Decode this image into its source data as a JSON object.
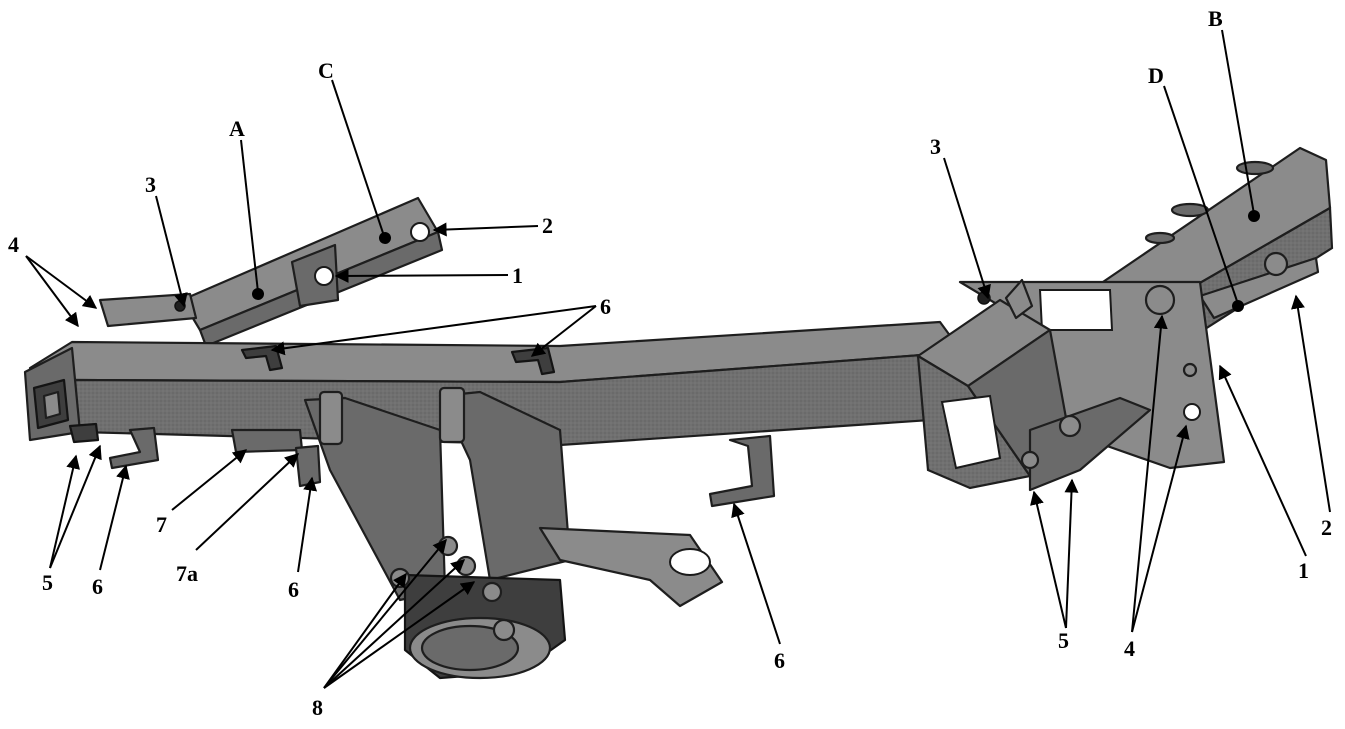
{
  "labels": {
    "A": "A",
    "B": "B",
    "C": "C",
    "D": "D",
    "n1": "1",
    "n2": "2",
    "n3": "3",
    "n4": "4",
    "n5": "5",
    "n6": "6",
    "n7": "7",
    "n7a": "7a",
    "n8": "8"
  }
}
